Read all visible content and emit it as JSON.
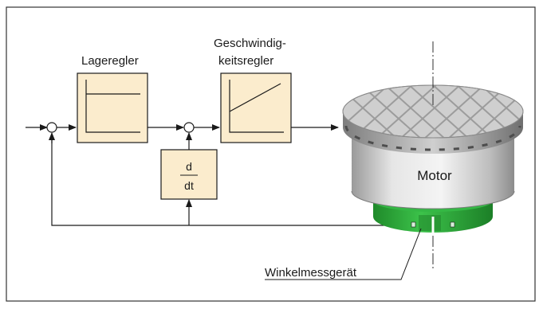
{
  "labels": {
    "position_controller": "Lageregler",
    "speed_controller_line1": "Geschwindig-",
    "speed_controller_line2": "keitsregler",
    "derivative_numerator": "d",
    "derivative_denominator": "dt",
    "motor": "Motor",
    "encoder": "Winkelmessgerät"
  },
  "colors": {
    "block_fill": "#fbeccd",
    "encoder_green": "#2fae3a",
    "frame": "#333333",
    "line": "#1a1a1a"
  }
}
